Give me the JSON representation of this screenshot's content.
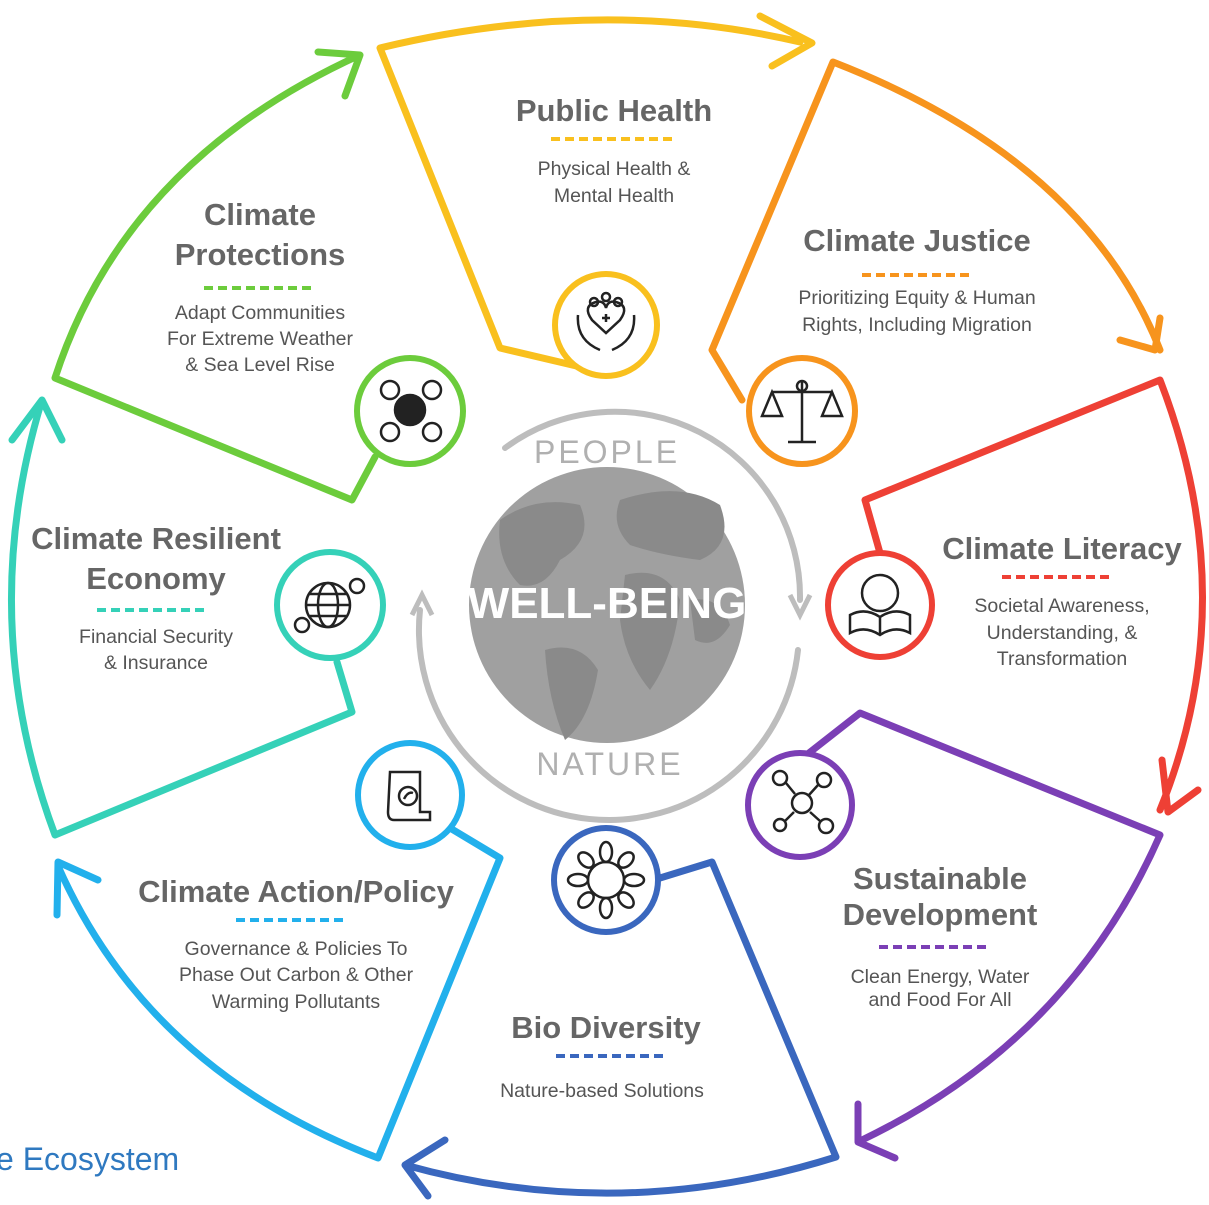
{
  "center": {
    "label": "WELL-BEING",
    "top_label": "PEOPLE",
    "bottom_label": "NATURE"
  },
  "segments": [
    {
      "id": "public-health",
      "title": "Public Health",
      "description": [
        "Physical Health &",
        "Mental Health"
      ],
      "color": "#f9c01e",
      "icon": "heart-care-hands-icon"
    },
    {
      "id": "climate-justice",
      "title": "Climate Justice",
      "description": [
        "Prioritizing Equity & Human",
        "Rights, Including Migration"
      ],
      "color": "#f7941d",
      "icon": "balance-scale-icon"
    },
    {
      "id": "climate-literacy",
      "title": "Climate Literacy",
      "description": [
        "Societal Awareness,",
        "Understanding, &",
        "Transformation"
      ],
      "color": "#ee4035",
      "icon": "globe-book-icon"
    },
    {
      "id": "sustainable-development",
      "title_lines": [
        "Sustainable",
        "Development"
      ],
      "description": [
        "Clean Energy, Water",
        "and Food For All"
      ],
      "color": "#7b3fb5",
      "icon": "people-network-icon"
    },
    {
      "id": "bio-diversity",
      "title": "Bio Diversity",
      "description": [
        "Nature-based Solutions"
      ],
      "color": "#3a67be",
      "icon": "leafy-globe-icon"
    },
    {
      "id": "climate-action-policy",
      "title": "Climate Action/Policy",
      "description": [
        "Governance & Policies To",
        "Phase Out Carbon & Other",
        "Warming Pollutants"
      ],
      "color": "#22b0ec",
      "icon": "policy-scroll-icon"
    },
    {
      "id": "climate-resilient-economy",
      "title_lines": [
        "Climate Resilient",
        "Economy"
      ],
      "description": [
        "Financial Security",
        "& Insurance"
      ],
      "color": "#35d1b8",
      "icon": "globe-currency-icon"
    },
    {
      "id": "climate-protections",
      "title_lines": [
        "Climate",
        "Protections"
      ],
      "description": [
        "Adapt Communities",
        "For Extreme Weather",
        "& Sea Level Rise"
      ],
      "color": "#6ccc3c",
      "icon": "earth-weather-icon"
    }
  ],
  "footer": {
    "text": "e Ecosystem",
    "color": "#2f79c0"
  }
}
